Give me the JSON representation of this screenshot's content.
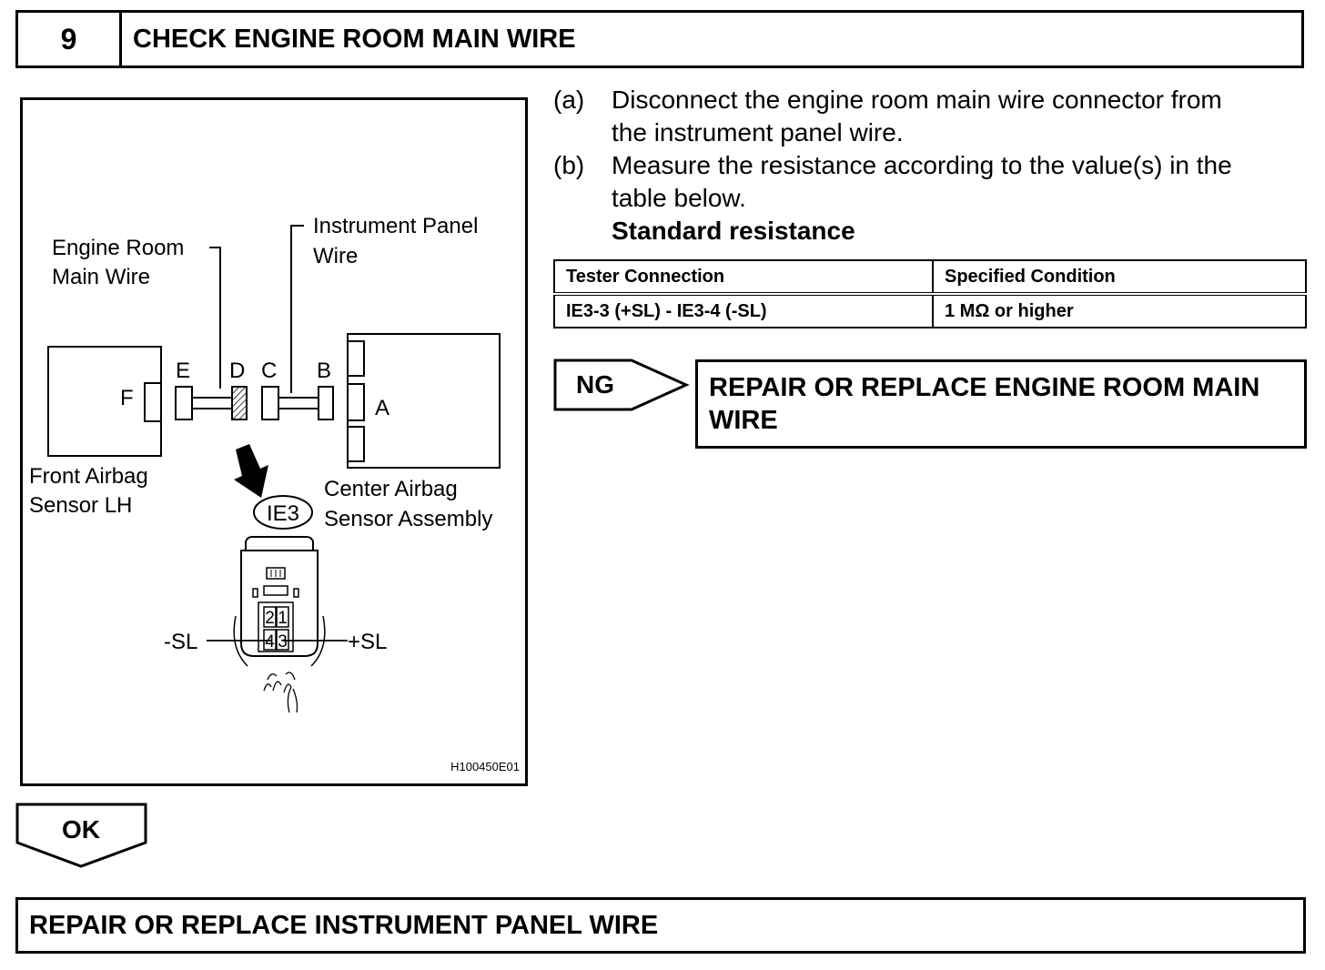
{
  "step": {
    "number": "9",
    "title": "CHECK ENGINE ROOM MAIN WIRE"
  },
  "figure": {
    "engine_room_label_1": "Engine Room",
    "engine_room_label_2": "Main Wire",
    "instrument_panel_label_1": "Instrument Panel",
    "instrument_panel_label_2": "Wire",
    "front_sensor_label_1": "Front Airbag",
    "front_sensor_label_2": "Sensor LH",
    "center_sensor_label_1": "Center Airbag",
    "center_sensor_label_2": "Sensor Assembly",
    "letters": {
      "A": "A",
      "B": "B",
      "C": "C",
      "D": "D",
      "E": "E",
      "F": "F"
    },
    "connector_code": "IE3",
    "pins": [
      "2",
      "1",
      "4",
      "3"
    ],
    "minus_sl": "-SL",
    "plus_sl": "+SL",
    "figure_id": "H100450E01"
  },
  "instructions": {
    "a_label": "(a)",
    "a_line1": "Disconnect the engine room main wire connector from",
    "a_line2": "the instrument panel wire.",
    "b_label": "(b)",
    "b_line1": "Measure the resistance according to the value(s) in the",
    "b_line2": "table below.",
    "standard": "Standard resistance"
  },
  "table": {
    "headers": [
      "Tester Connection",
      "Specified Condition"
    ],
    "rows": [
      [
        "IE3-3 (+SL) - IE3-4 (-SL)",
        "1 MΩ or higher"
      ]
    ]
  },
  "ng": {
    "label": "NG",
    "result_line1": "REPAIR OR REPLACE ENGINE ROOM MAIN",
    "result_line2": "WIRE"
  },
  "ok": {
    "label": "OK",
    "result": "REPAIR OR REPLACE INSTRUMENT PANEL WIRE"
  }
}
